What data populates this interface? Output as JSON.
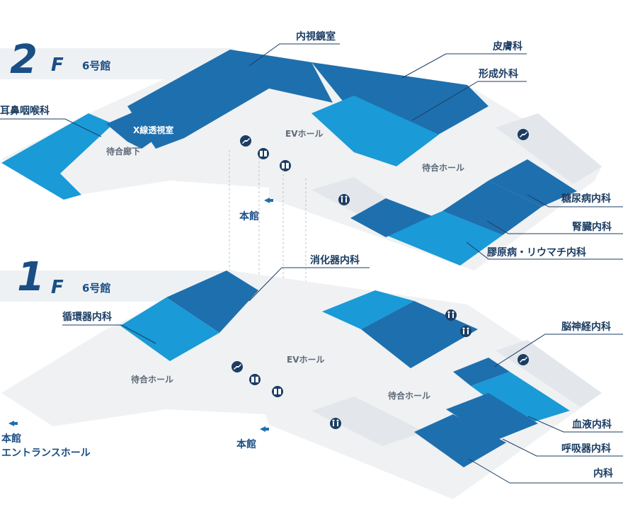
{
  "colors": {
    "dept_dark": "#1e6fae",
    "dept_light": "#1a9ad6",
    "floor_light": "#eff1f3",
    "floor_mid": "#e4e8ec",
    "text_dark": "#1c3d63",
    "brand": "#1a4e85"
  },
  "floors": [
    {
      "number": "2",
      "letter": "F",
      "building": "6号館",
      "callouts": [
        "内視鏡室",
        "皮膚科",
        "形成外科",
        "耳鼻咽喉科",
        "糖尿病内科",
        "腎臓内科",
        "膠原病・リウマチ内科"
      ],
      "areas": [
        "X線透視室",
        "待合廊下",
        "EVホール",
        "待合ホール"
      ],
      "exit": "本館",
      "icons": [
        "escalator-icon",
        "elevator-icon",
        "elevator-icon",
        "escalator-icon",
        "restroom-icon"
      ]
    },
    {
      "number": "1",
      "letter": "F",
      "building": "6号館",
      "callouts": [
        "消化器内科",
        "循環器内科",
        "脳神経内科",
        "血液内科",
        "呼吸器内科",
        "内科"
      ],
      "areas": [
        "待合ホール",
        "EVホール",
        "待合ホール"
      ],
      "exits": [
        "本館",
        "エントランスホール",
        "本館"
      ],
      "icons": [
        "restroom-icon",
        "restroom-icon",
        "escalator-icon",
        "escalator-icon",
        "elevator-icon",
        "elevator-icon",
        "restroom-icon"
      ]
    }
  ]
}
